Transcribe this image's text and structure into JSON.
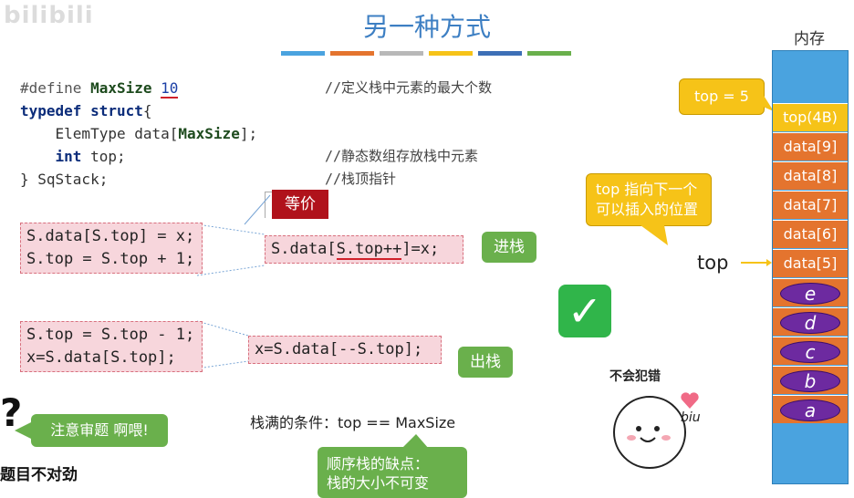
{
  "watermark": "bilibili",
  "title": "另一种方式",
  "accent_bars": [
    "#4aa3df",
    "#e4742e",
    "#b8b8b8",
    "#f6c318",
    "#3d6fb6",
    "#6ab04c"
  ],
  "code_lines": {
    "l1_directive": "#define",
    "l1_macro": "MaxSize",
    "l1_value": "10",
    "l2_kw": "typedef struct",
    "l2_brace": "{",
    "l3_type": "ElemType data[",
    "l3_macro": "MaxSize",
    "l3_end": "];",
    "l4_kw": "int",
    "l4_rest": " top;",
    "l5": "} SqStack;"
  },
  "comments": [
    "//定义栈中元素的最大个数",
    "//静态数组存放栈中元素",
    "//栈顶指针"
  ],
  "equiv_label": "等价",
  "push": {
    "long_line1": "S.data[S.top] = x;",
    "long_line2": "S.top = S.top + 1;",
    "short_prefix": "S.data[",
    "short_mid": "S.top++",
    "short_suffix": "]=x;",
    "label": "进栈"
  },
  "pop": {
    "long_line1": "S.top = S.top - 1;",
    "long_line2": "x=S.data[S.top];",
    "short": "x=S.data[--S.top];",
    "label": "出栈"
  },
  "callout_top5": "top = 5",
  "callout_next": "top 指向下一个\n可以插入的位置",
  "top_pointer": "top",
  "check_mark": "✓",
  "full_condition": "栈满的条件：top == MaxSize",
  "defect": "顺序栈的缺点：\n栈的大小不可变",
  "notice": "注意审题 啊喂!",
  "sticker_caption": "不会犯错",
  "sticker_biu": "biu",
  "question_mark": "?",
  "wrong_text": "题目不对劲",
  "memory": {
    "label": "内存",
    "cells": [
      "top(4B)",
      "data[9]",
      "data[8]",
      "data[7]",
      "data[6]",
      "data[5]"
    ],
    "filled": [
      "e",
      "d",
      "c",
      "b",
      "a"
    ]
  }
}
